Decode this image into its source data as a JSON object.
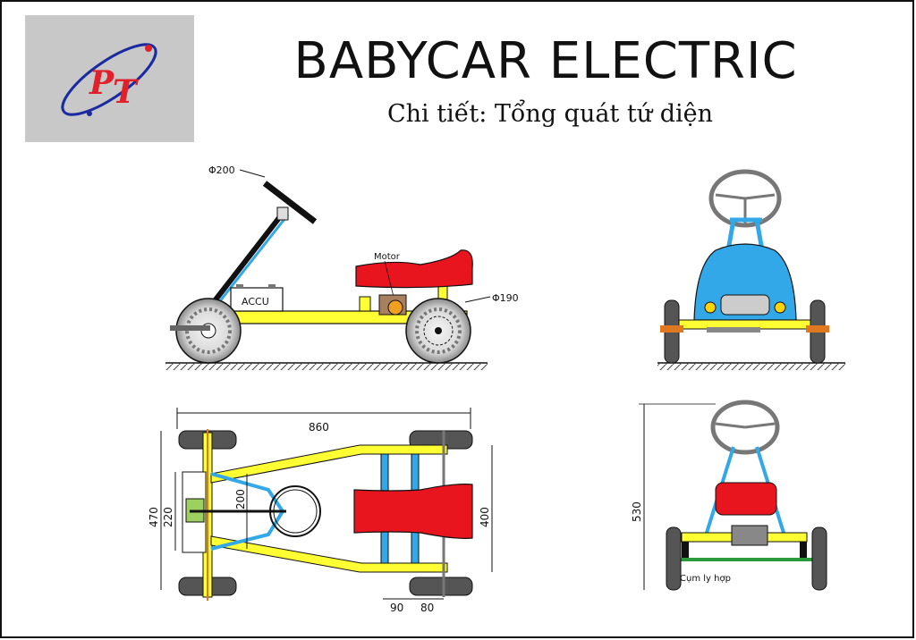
{
  "header": {
    "logo_text": "PT",
    "title": "BABYCAR ELECTRIC",
    "subtitle": "Chi tiết: Tổng quát tứ diện"
  },
  "side_view": {
    "steering_dia": "Φ200",
    "battery_label": "ACCU",
    "motor_label": "Motor",
    "wheel_dia": "Φ190"
  },
  "top_view": {
    "length": "860",
    "width_outer": "470",
    "width_inner": "220",
    "steer_width": "200",
    "rear_width": "400",
    "spacing_a": "90",
    "spacing_b": "80"
  },
  "rear_view": {
    "height": "530",
    "clutch_label": "Cụm ly hợp"
  },
  "colors": {
    "frame_yellow": "#ffff33",
    "seat_red": "#e8141e",
    "body_blue": "#33a8e8",
    "tire_gray": "#555555",
    "logo_red": "#e0202a",
    "logo_blue": "#1a2aa0"
  }
}
